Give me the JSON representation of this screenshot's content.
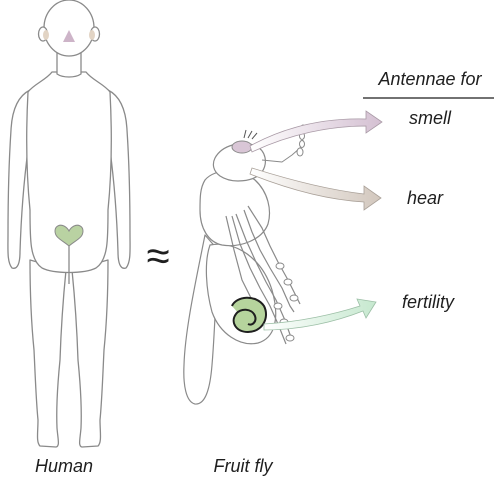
{
  "header": "Antennae for",
  "functions": {
    "smell": "smell",
    "hear": "hear",
    "fertility": "fertility"
  },
  "relation": "≈",
  "labels": {
    "human": "Human",
    "fly": "Fruit fly"
  },
  "colors": {
    "outline": "#8a8a8a",
    "smell_arrow": "#d9c6d6",
    "hear_arrow": "#d7cfc8",
    "fertility_arrow": "#cbe9d4",
    "human_organ": "#b9d2a2",
    "fly_organ": "#b6d49d",
    "face_marks": "#e2d4c4",
    "nose_mark": "#cdb4c8"
  }
}
